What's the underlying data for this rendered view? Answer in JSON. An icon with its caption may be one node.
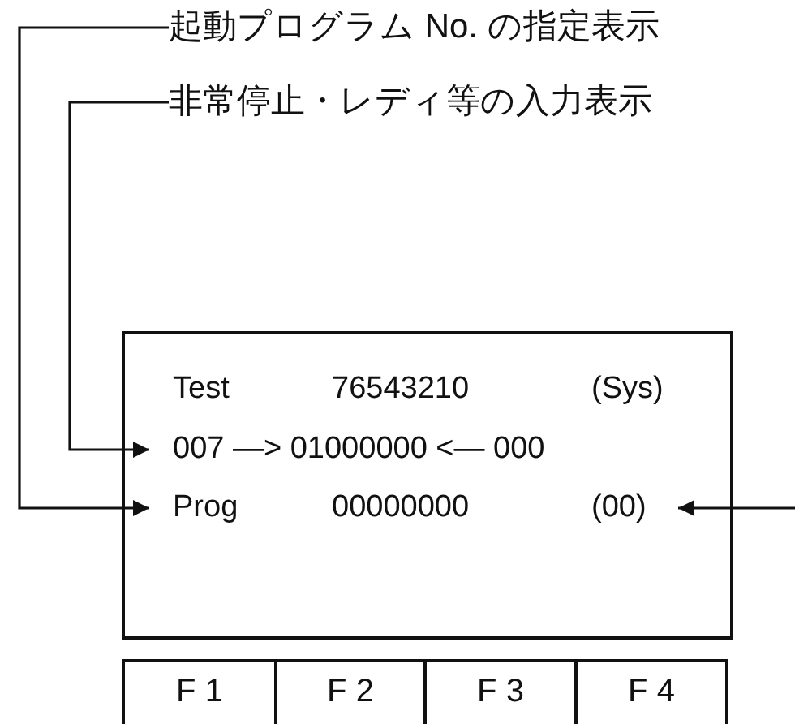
{
  "diagram": {
    "nodes": [
      {
        "text": [
          "起動プログラム No. の指定表示"
        ]
      },
      {
        "text": [
          "非常停止・レディ等の入力表示"
        ]
      },
      {
        "text": [],
        "shape": "box"
      },
      {
        "text": [
          "Test",
          "76543210",
          "(Sys)"
        ],
        "in": 2
      },
      {
        "text": [
          "007 —> 01000000 <— 000"
        ],
        "in": 2
      },
      {
        "text": [
          "Prog",
          "00000000",
          "(00)"
        ],
        "in": 2
      },
      {
        "text": [
          "F 1"
        ]
      },
      {
        "text": [
          "F 2"
        ]
      },
      {
        "text": [
          "F 3"
        ]
      },
      {
        "text": [
          "F 4"
        ]
      }
    ],
    "edges": [
      {
        "from": 0,
        "to": 5,
        "arrow": "to"
      },
      {
        "from": 1,
        "to": 4,
        "arrow": "to"
      },
      {
        "from": null,
        "to": 5,
        "arrow": "to"
      }
    ]
  }
}
